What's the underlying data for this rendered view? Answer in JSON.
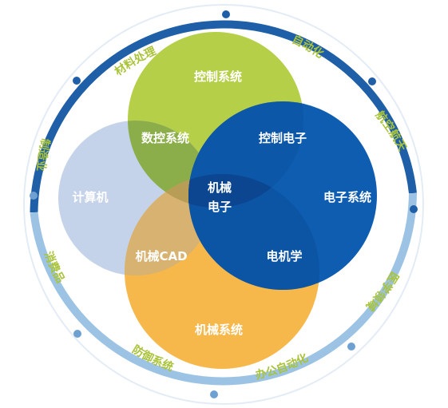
{
  "outer_ring": {
    "labels": [
      "材料处理",
      "自动化",
      "航空航天",
      "医学领域",
      "办公自动化",
      "防御系统",
      "消费品",
      "制造业"
    ]
  },
  "circles": {
    "control_systems": "控制系统",
    "computer": "计算机",
    "electronic_systems": "电子系统",
    "mechanical_systems": "机械系统"
  },
  "overlaps": {
    "cnc_systems": "数控系统",
    "control_electronics": "控制电子",
    "mechanical_cad": "机械CAD",
    "electromechanics": "电机学",
    "center_line1": "机械",
    "center_line2": "电子"
  },
  "colors": {
    "ring_dark": "#1f5fa8",
    "ring_light": "#9cc3e4",
    "ring_label": "#a9c33a",
    "control": "#b5cf49",
    "computer": "#c5d3ea",
    "electronic": "#0f5db0",
    "mechanical": "#f7b84b",
    "center": "#0d4a93"
  }
}
